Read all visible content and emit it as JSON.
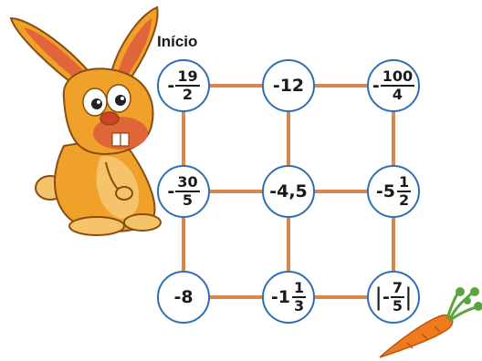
{
  "start_label": "Início",
  "colors": {
    "path": "#d8874a",
    "node_border": "#2f6fb3",
    "text": "#1a1a1a",
    "rabbit_body": "#f0a12a",
    "carrot": "#f07a1e",
    "carrot_leaves": "#5aa63a"
  },
  "nodes": [
    {
      "id": "r1c1",
      "sign": "-",
      "numerator": "19",
      "denominator": "2"
    },
    {
      "id": "r1c2",
      "text": "-12"
    },
    {
      "id": "r1c3",
      "sign": "-",
      "numerator": "100",
      "denominator": "4"
    },
    {
      "id": "r2c1",
      "sign": "-",
      "numerator": "30",
      "denominator": "5"
    },
    {
      "id": "r2c2",
      "text": "-4,5"
    },
    {
      "id": "r2c3",
      "whole": "-5",
      "numerator": "1",
      "denominator": "2"
    },
    {
      "id": "r3c1",
      "text": "-8"
    },
    {
      "id": "r3c2",
      "whole": "-1",
      "numerator": "1",
      "denominator": "3"
    },
    {
      "id": "r3c3",
      "abs_open": "|",
      "sign": "-",
      "numerator": "7",
      "denominator": "5",
      "abs_close": "|"
    }
  ],
  "edges": [
    [
      "r1c1",
      "r1c2"
    ],
    [
      "r1c2",
      "r1c3"
    ],
    [
      "r2c1",
      "r2c2"
    ],
    [
      "r2c2",
      "r2c3"
    ],
    [
      "r3c1",
      "r3c2"
    ],
    [
      "r3c2",
      "r3c3"
    ],
    [
      "r1c1",
      "r2c1"
    ],
    [
      "r2c1",
      "r3c1"
    ],
    [
      "r1c2",
      "r2c2"
    ],
    [
      "r2c2",
      "r3c2"
    ],
    [
      "r1c3",
      "r2c3"
    ],
    [
      "r2c3",
      "r3c3"
    ]
  ],
  "illustrations": {
    "rabbit": "rabbit-illustration",
    "carrot": "carrot-illustration"
  }
}
